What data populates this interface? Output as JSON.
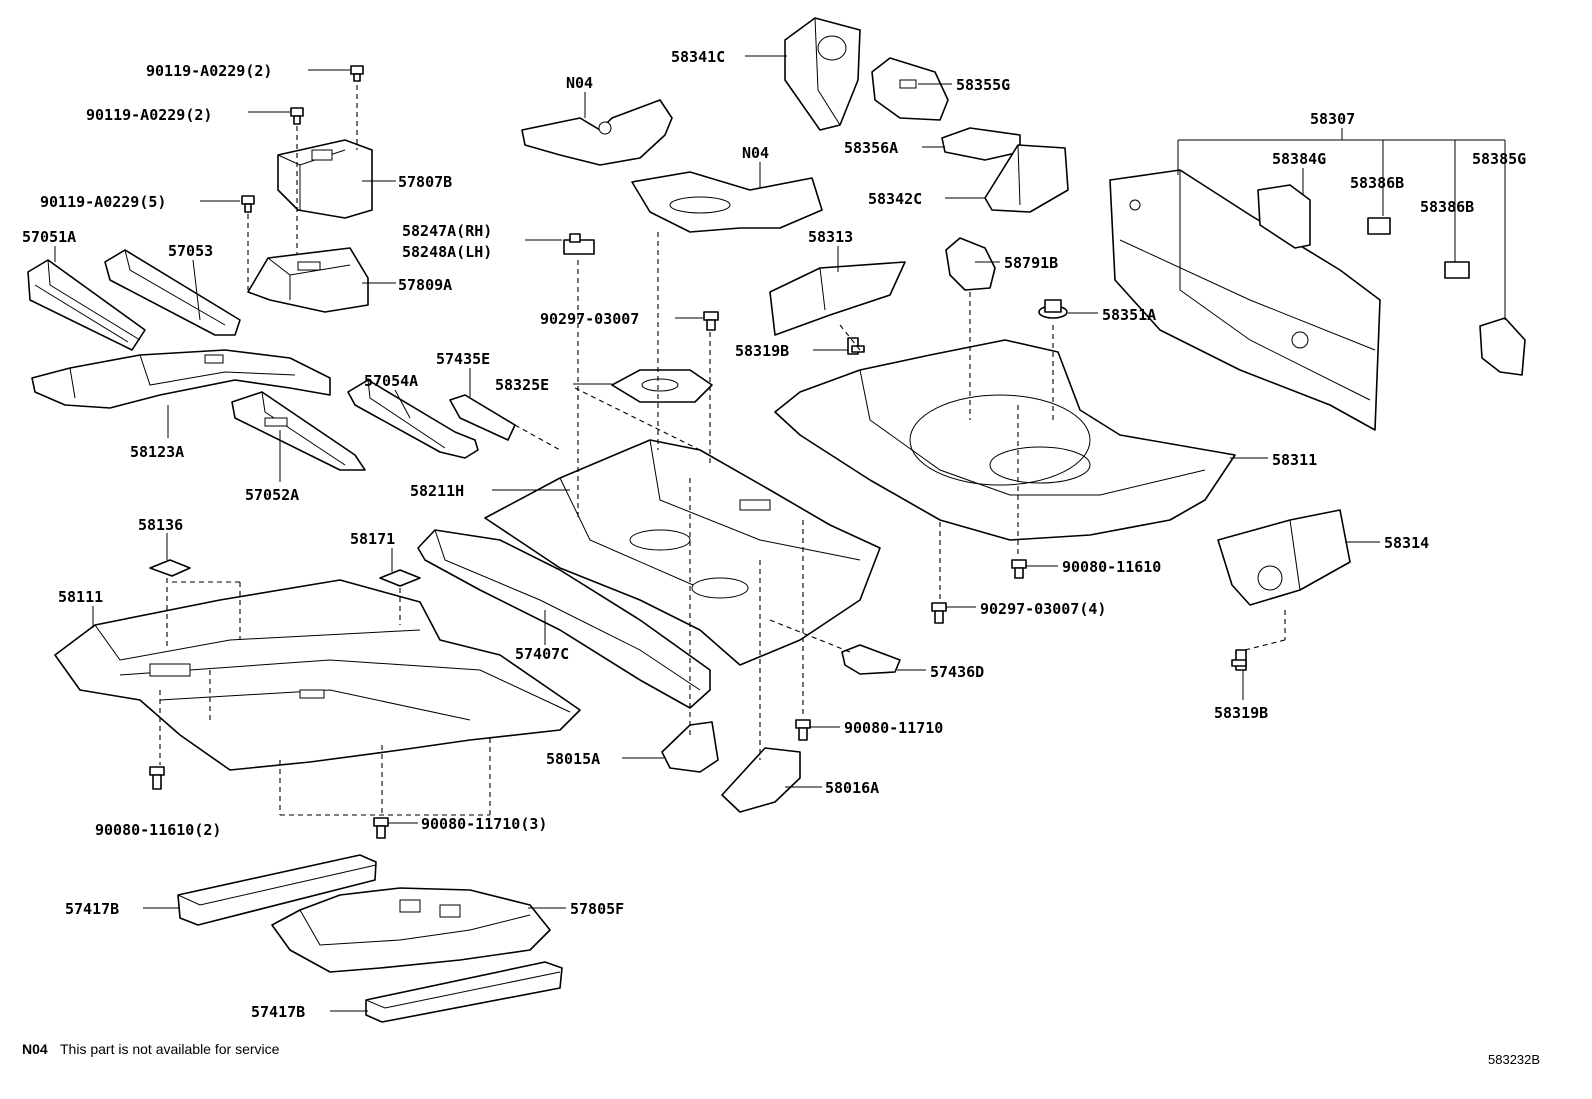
{
  "labels": {
    "l_90119_a0229_2a": "90119-A0229(2)",
    "l_90119_a0229_2b": "90119-A0229(2)",
    "l_90119_a0229_5": "90119-A0229(5)",
    "l_57807b": "57807B",
    "l_57809a": "57809A",
    "l_57051a": "57051A",
    "l_57053": "57053",
    "l_58123a": "58123A",
    "l_57052a": "57052A",
    "l_57054a": "57054A",
    "l_57435e": "57435E",
    "l_n04a": "N04",
    "l_n04b": "N04",
    "l_58247a": "58247A(RH)",
    "l_58248a": "58248A(LH)",
    "l_90297_03007": "90297-03007",
    "l_58325e": "58325E",
    "l_58211h": "58211H",
    "l_58341c": "58341C",
    "l_58355g": "58355G",
    "l_58356a": "58356A",
    "l_58342c": "58342C",
    "l_58313": "58313",
    "l_58319b_a": "58319B",
    "l_58791b": "58791B",
    "l_58351a": "58351A",
    "l_58307": "58307",
    "l_58384g": "58384G",
    "l_58386b_a": "58386B",
    "l_58386b_b": "58386B",
    "l_58385g": "58385G",
    "l_58311": "58311",
    "l_90080_11610": "90080-11610",
    "l_90297_03007_4": "90297-03007(4)",
    "l_58314": "58314",
    "l_58319b_b": "58319B",
    "l_58136": "58136",
    "l_58171": "58171",
    "l_58111": "58111",
    "l_57407c": "57407C",
    "l_57436d": "57436D",
    "l_90080_11710": "90080-11710",
    "l_58015a": "58015A",
    "l_58016a": "58016A",
    "l_90080_11610_2": "90080-11610(2)",
    "l_90080_11710_3": "90080-11710(3)",
    "l_57417b_a": "57417B",
    "l_57805f": "57805F",
    "l_57417b_b": "57417B"
  },
  "footnote": {
    "code": "N04",
    "text": "This part is not available for service"
  },
  "diagram_code": "583232B"
}
